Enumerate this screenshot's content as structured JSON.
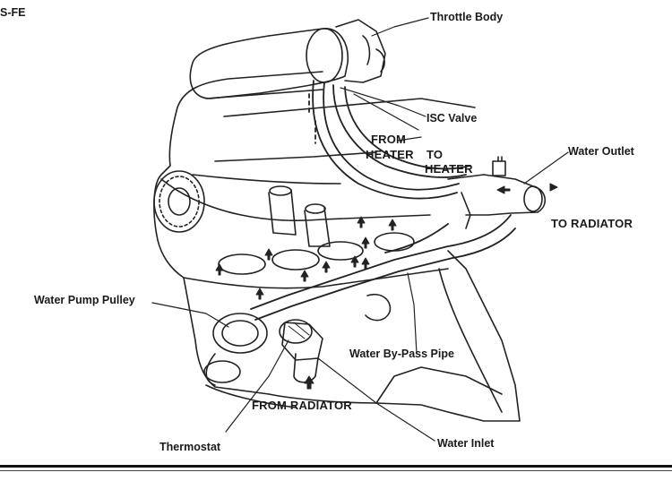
{
  "header": {
    "engine_code": "S-FE"
  },
  "labels": {
    "throttle_body": "Throttle Body",
    "isc_valve": "ISC Valve",
    "from_heater_line1": "FROM",
    "from_heater_line2": "HEATER",
    "to_heater_line1": "TO",
    "to_heater_line2": "HEATER",
    "water_outlet": "Water Outlet",
    "to_radiator": "TO RADIATOR",
    "water_pump_pulley": "Water Pump Pulley",
    "water_bypass_pipe": "Water By-Pass Pipe",
    "from_radiator": "FROM RADIATOR",
    "thermostat": "Thermostat",
    "water_inlet": "Water Inlet"
  }
}
